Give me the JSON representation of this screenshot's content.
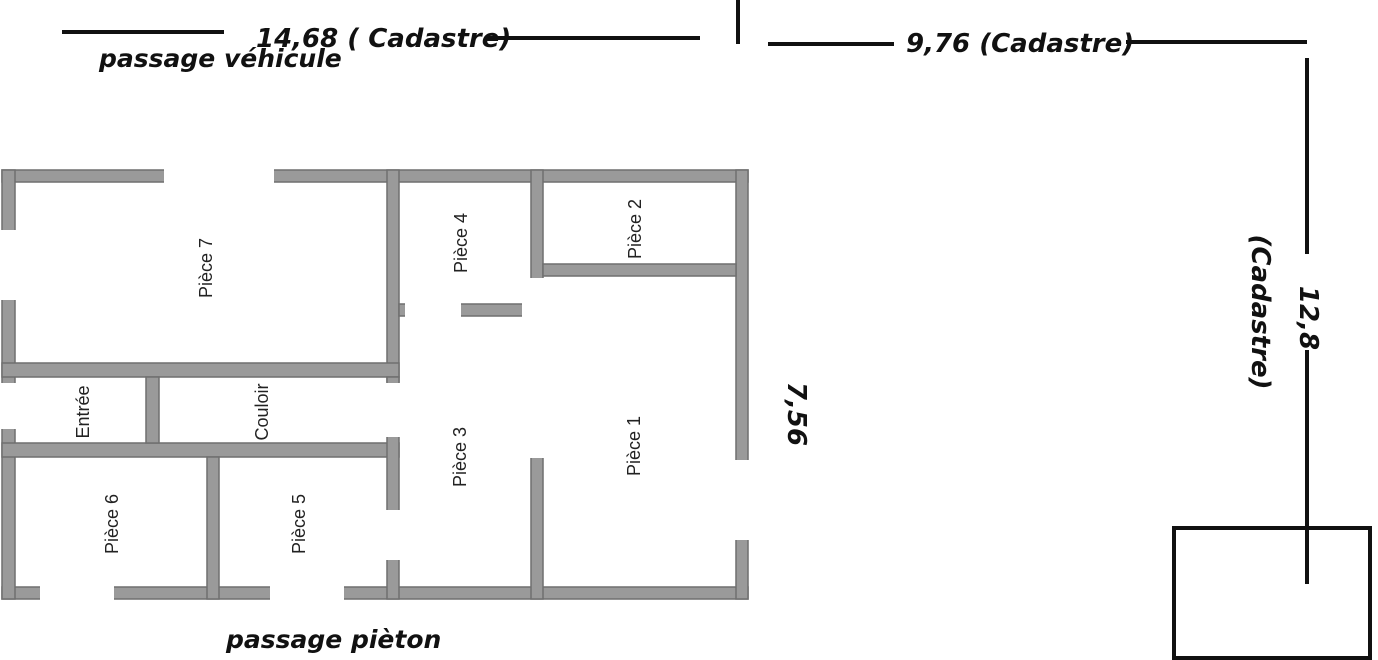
{
  "dimensions": {
    "top_left": "14,68 ( Cadastre)",
    "top_right": "9,76 (Cadastre)",
    "right_value": "12,8",
    "right_source": "(Cadastre)",
    "middle": "7,56"
  },
  "notes": {
    "vehicle_passage": "passage véhicule",
    "pedestrian_passage": "passage pièton"
  },
  "rooms": {
    "piece7": "Pièce 7",
    "piece4": "Pièce 4",
    "piece2": "Pièce 2",
    "entree": "Entrée",
    "couloir": "Couloir",
    "piece3": "Pièce 3",
    "piece1": "Pièce 1",
    "piece6": "Pièce 6",
    "piece5": "Pièce 5"
  },
  "colors": {
    "wall": "#9a9a9a",
    "wall_edge": "#6f6f6f",
    "line": "#111111",
    "background": "#ffffff"
  }
}
